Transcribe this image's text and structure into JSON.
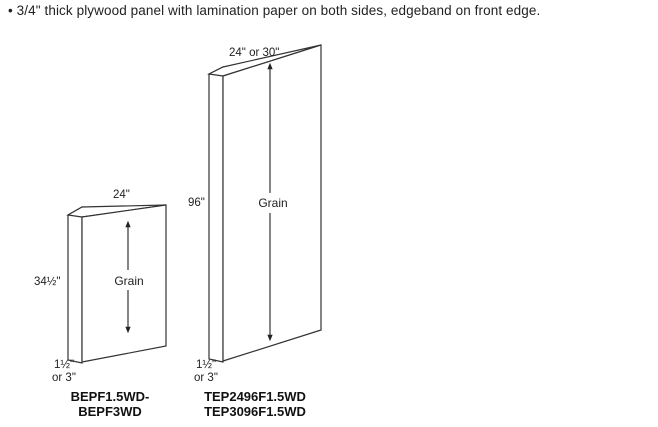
{
  "description": "• 3/4\" thick plywood panel with lamination paper on both sides, edgeband on front edge.",
  "small_panel": {
    "width": "24\"",
    "height": "34½\"",
    "grain": "Grain",
    "thickness_line1": "1½\"",
    "thickness_line2": "or 3\"",
    "code_line1": "BEPF1.5WD-",
    "code_line2": "BEPF3WD"
  },
  "tall_panel": {
    "width": "24\" or 30\"",
    "height": "96\"",
    "grain": "Grain",
    "thickness_line1": "1½\"",
    "thickness_line2": "or 3\"",
    "code_line1": "TEP2496F1.5WD",
    "code_line2": "TEP3096F1.5WD"
  }
}
